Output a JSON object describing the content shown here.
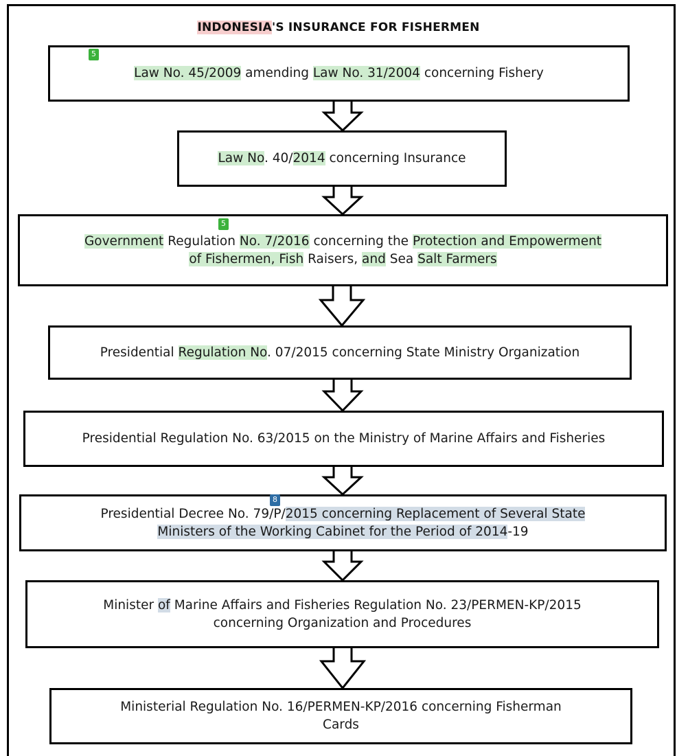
{
  "title": {
    "country": "INDONESIA",
    "rest": "'S INSURANCE FOR FISHERMEN"
  },
  "badges": {
    "b1": "5",
    "b2": "5",
    "b3": "8"
  },
  "boxes": {
    "box1": {
      "a": "Law No. 45/2009",
      "b": " amending ",
      "c": "Law No. 31/2004",
      "d": " concerning Fishery"
    },
    "box2": {
      "a": "Law No",
      "b": ". 40/",
      "c": "2014",
      "d": " concerning Insurance"
    },
    "box3": {
      "a": "Government",
      "b": " Regulation ",
      "c": "No. 7/2016",
      "d": " concerning the ",
      "e": "Protection and Empowerment",
      "f": "of Fishermen, Fish",
      "g": " Raisers, ",
      "h": "and",
      "i": " Sea ",
      "j": "Salt Farmers"
    },
    "box4": {
      "a": "Presidential ",
      "b": "Regulation No",
      "c": ". 07/2015 concerning State Ministry Organization"
    },
    "box5": {
      "text": "Presidential Regulation No. 63/2015 on the Ministry of Marine Affairs and Fisheries"
    },
    "box6": {
      "a": "Presidential Decree No. 79/P/",
      "b": "2015 concerning Replacement of Several State",
      "c": "Ministers of the Working Cabinet for the Period of 2014",
      "d": "-19"
    },
    "box7": {
      "a": "Minister ",
      "b": "of",
      "c": " Marine Affairs and Fisheries Regulation No. 23/PERMEN-KP/2015",
      "d": "concerning Organization and Procedures"
    },
    "box8": {
      "a": "Ministerial Regulation No. 16/PERMEN-KP/2016 concerning Fisherman",
      "b": "Cards"
    }
  },
  "colors": {
    "green_highlight": "#cfeccf",
    "blue_highlight": "#d2dce6",
    "red_highlight": "#f6cdcd",
    "green_badge": "#3cb23c",
    "blue_badge": "#2e6da4"
  }
}
